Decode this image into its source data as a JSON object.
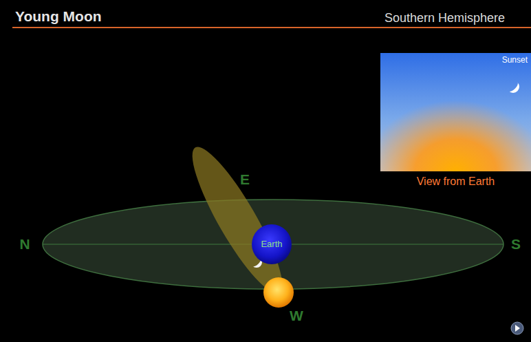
{
  "diagram": {
    "title": "Young Moon",
    "nodes": [
      {
        "text": [
          "Southern Hemisphere",
          "Sunset",
          "View from Earth"
        ]
      },
      {
        "text": [
          "Earth"
        ]
      }
    ],
    "labels": [
      "N",
      "S",
      "E",
      "W"
    ]
  }
}
